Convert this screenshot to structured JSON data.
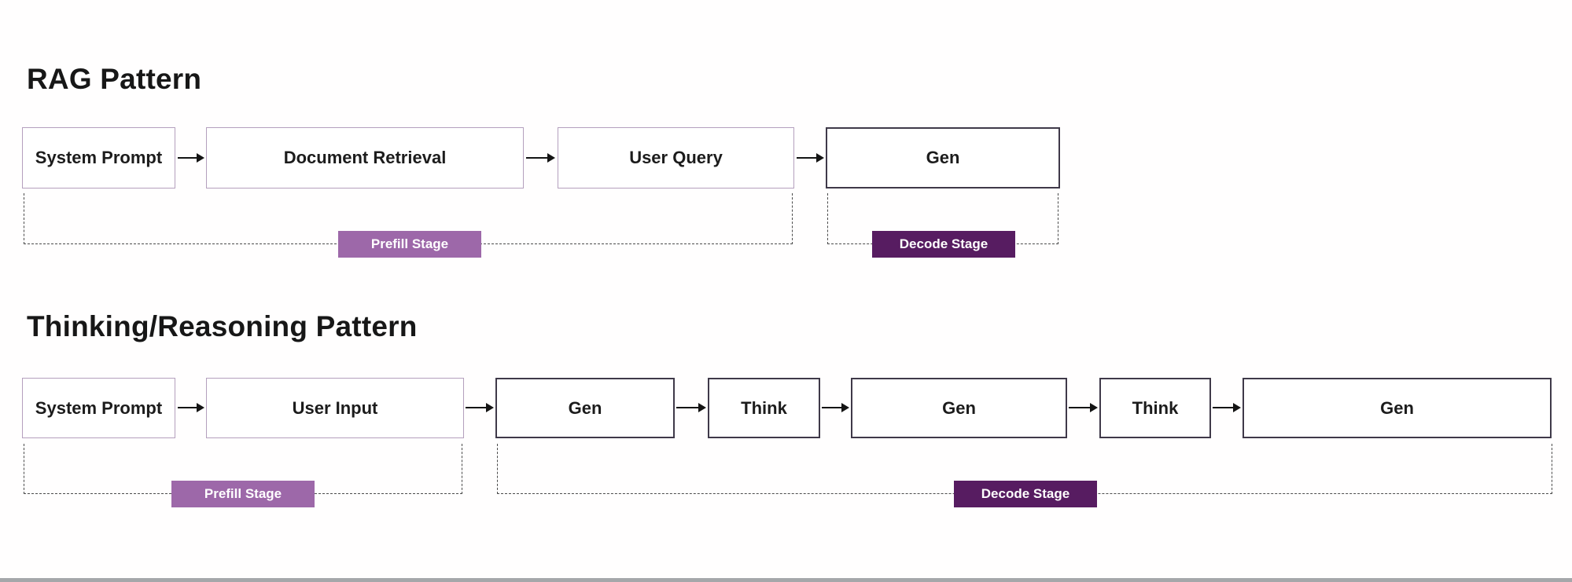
{
  "colors": {
    "background": "#ffffff",
    "light_box_border": "#b49fbd",
    "dark_box_border": "#3f3949",
    "box_text": "#1c1c1c",
    "dashed_bracket": "#4b4b4b",
    "prefill_badge": "#9d68a9",
    "decode_badge": "#571c61",
    "bottom_bar": "#a5a7aa"
  },
  "diagrams": [
    {
      "title": "RAG Pattern",
      "boxes": [
        {
          "label": "System Prompt",
          "style": "light"
        },
        {
          "label": "Document Retrieval",
          "style": "light"
        },
        {
          "label": "User Query",
          "style": "light"
        },
        {
          "label": "Gen",
          "style": "dark"
        }
      ],
      "stages": [
        {
          "label": "Prefill Stage",
          "type": "prefill",
          "spans_boxes": "System Prompt → User Query"
        },
        {
          "label": "Decode Stage",
          "type": "decode",
          "spans_boxes": "Gen"
        }
      ]
    },
    {
      "title": "Thinking/Reasoning Pattern",
      "boxes": [
        {
          "label": "System Prompt",
          "style": "light"
        },
        {
          "label": "User Input",
          "style": "light"
        },
        {
          "label": "Gen",
          "style": "dark"
        },
        {
          "label": "Think",
          "style": "dark"
        },
        {
          "label": "Gen",
          "style": "dark"
        },
        {
          "label": "Think",
          "style": "dark"
        },
        {
          "label": "Gen",
          "style": "dark"
        }
      ],
      "stages": [
        {
          "label": "Prefill Stage",
          "type": "prefill",
          "spans_boxes": "System Prompt → User Input"
        },
        {
          "label": "Decode Stage",
          "type": "decode",
          "spans_boxes": "Gen → Gen"
        }
      ]
    }
  ]
}
